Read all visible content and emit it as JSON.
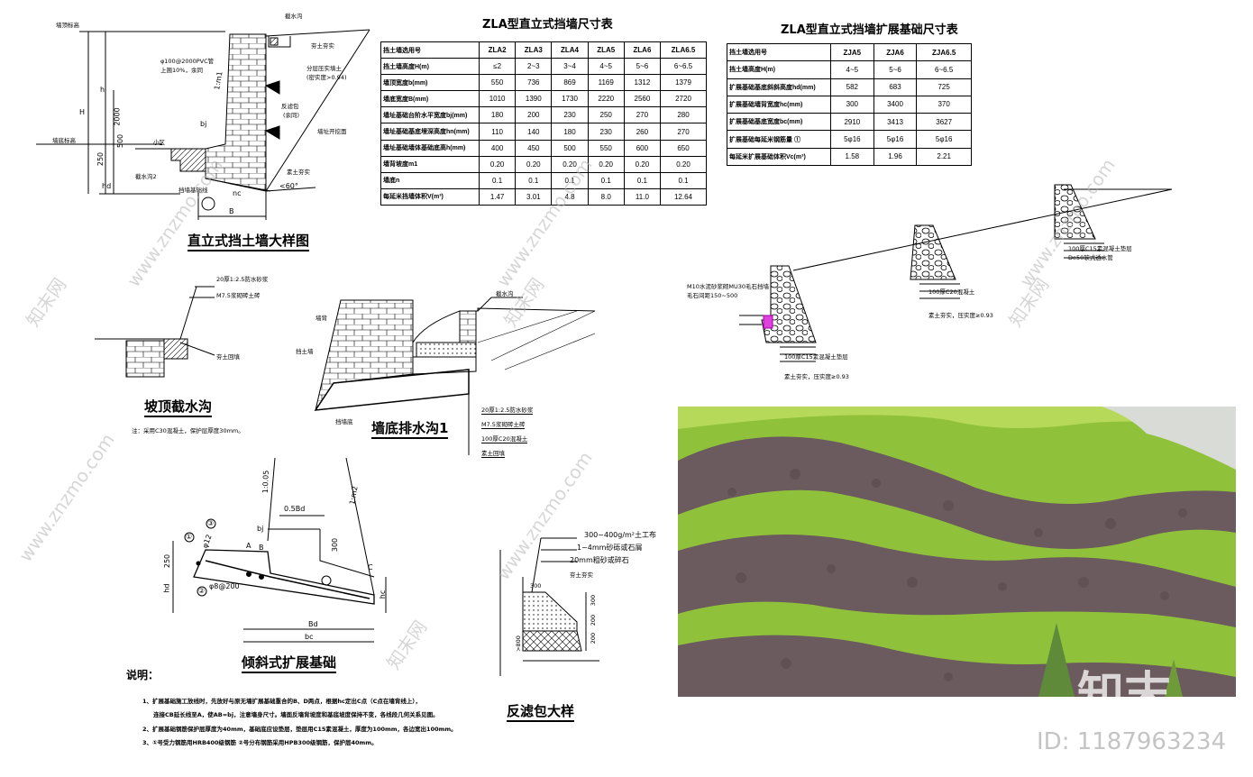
{
  "drawing": {
    "main_detail": {
      "caption": "直立式挡土墙大样图",
      "labels": [
        "墙顶标高",
        "截水沟",
        "φ100@2000PVC管",
        "上翘10%，余同",
        "夯土夯实",
        "分层压实填土",
        "(密实度>0.94)",
        "反滤包",
        "(余同)",
        "墙址开挖面",
        "墙底标高",
        "小区",
        "截水沟2",
        "挡墙基础线",
        "素土夯实"
      ],
      "dims": [
        "H",
        "h",
        "2000",
        "500",
        "250",
        "hd",
        "bj",
        "B",
        "nc",
        "<60°",
        "1:m1"
      ]
    },
    "table1": {
      "title": "ZLA型直立式挡墙尺寸表",
      "columns": [
        "挡土墙选用号",
        "ZLA2",
        "ZLA3",
        "ZLA4",
        "ZLA5",
        "ZLA6",
        "ZLA6.5"
      ],
      "rows": [
        [
          "挡土墙高度H(m)",
          "≤2",
          "2~3",
          "3~4",
          "4~5",
          "5~6",
          "6~6.5"
        ],
        [
          "墙顶宽度b(mm)",
          "550",
          "736",
          "869",
          "1169",
          "1312",
          "1379"
        ],
        [
          "墙底宽度B(mm)",
          "1010",
          "1390",
          "1730",
          "2220",
          "2560",
          "2720"
        ],
        [
          "墙址基础台阶水平宽度bj(mm)",
          "180",
          "200",
          "230",
          "250",
          "270",
          "280"
        ],
        [
          "墙址基础基底埋深高度hn(mm)",
          "110",
          "140",
          "180",
          "230",
          "260",
          "270"
        ],
        [
          "墙址基础墙体基础底高h(mm)",
          "400",
          "450",
          "500",
          "550",
          "600",
          "650"
        ],
        [
          "墙背坡度m1",
          "0.20",
          "0.20",
          "0.20",
          "0.20",
          "0.20",
          "0.20"
        ],
        [
          "墙底n",
          "0.1",
          "0.1",
          "0.1",
          "0.1",
          "0.1",
          "0.1"
        ],
        [
          "每延米挡墙体积V(m³)",
          "1.47",
          "3.01",
          "4.8",
          "8.0",
          "11.0",
          "12.64"
        ]
      ]
    },
    "table2": {
      "title": "ZLA型直立式挡墙扩展基础尺寸表",
      "columns": [
        "挡土墙选用号",
        "ZJA5",
        "ZJA6",
        "ZJA6.5"
      ],
      "rows": [
        [
          "挡土墙高度H(m)",
          "4~5",
          "5~6",
          "6~6.5"
        ],
        [
          "扩展基础基底斜斜高度hd(mm)",
          "582",
          "683",
          "725"
        ],
        [
          "扩展基础墙背宽度hc(mm)",
          "300",
          "3400",
          "370"
        ],
        [
          "扩展基础基底宽度bc(mm)",
          "2910",
          "3413",
          "3627"
        ],
        [
          "扩展基础每延米钢筋量 ①",
          "5φ16",
          "5φ16",
          "5φ16"
        ],
        [
          "每延米扩展基础体积Vc(m³)",
          "1.58",
          "1.96",
          "2.21"
        ]
      ]
    },
    "slope_detail": {
      "labels": [
        "M10水泥砂浆砌MU30毛石挡墙",
        "毛石间距150~500",
        "100厚C15素混凝土垫层",
        "De50软式透水管",
        "100厚C20混凝土",
        "素土夯实，压实度≥0.93"
      ]
    },
    "top_drain": {
      "caption": "坡顶截水沟",
      "labels": [
        "20厚1:2.5防水砂浆",
        "M7.5浆砌砖土砖",
        "夯土回填"
      ],
      "note": "注：采用C30混凝土，保护层厚度30mm。"
    },
    "bottom_drain": {
      "caption": "墙底排水沟1",
      "labels": [
        "截水沟",
        "墙背",
        "挡土墙",
        "挡墙底"
      ],
      "legend": [
        "20厚1:2.5防水砂浆",
        "M7.5浆砌砖土砖",
        "100厚C20混凝土",
        "素土回填"
      ]
    },
    "inclined_foundation": {
      "caption": "倾斜式扩展基础",
      "labels": [
        "1:0.05",
        "1:m2",
        "0.5Bd",
        "300",
        "A",
        "B",
        "C",
        "bj",
        "φ12",
        "φ8@200",
        "250",
        "hd",
        "hc",
        "Bd",
        "bc",
        "①",
        "②",
        "③"
      ]
    },
    "filter_pack": {
      "caption": "反滤包大样",
      "labels": [
        "300~400g/m²土工布",
        "1~4mm砂砾或石屑",
        "20mm粗砂或碎石",
        "夯土夯实",
        "300",
        "300",
        "200",
        "200",
        ">800"
      ]
    },
    "notes": {
      "heading": "说明：",
      "items": [
        "1、扩展基础施工放线时，先放好与原无墙扩展基础重合的B、D两点，根据hc定出C点（C点在墙背线上），",
        "连接CB延长线至A，使AB=bj，注意墙身尺寸。墙面反墙背坡度和基底坡度保持不变，各线段几何关系见图。",
        "2、扩展基础钢筋保护层厚度为40mm，基础底应设垫层，垫层用C15素混凝土，厚度为100mm，各边宽出100mm。",
        "3、①号受力钢筋用HRB400级钢筋 ②号分布钢筋采用HPB300级钢筋，保护层40mm。"
      ]
    }
  },
  "watermark": {
    "logo_text": "知末",
    "id_text": "ID: 1187963234",
    "url_text": "www.znzmo.com",
    "brand_text": "知末网"
  },
  "colors": {
    "grass": "#9ccc2a",
    "stone": "#6b5a5e",
    "line": "#000000"
  }
}
